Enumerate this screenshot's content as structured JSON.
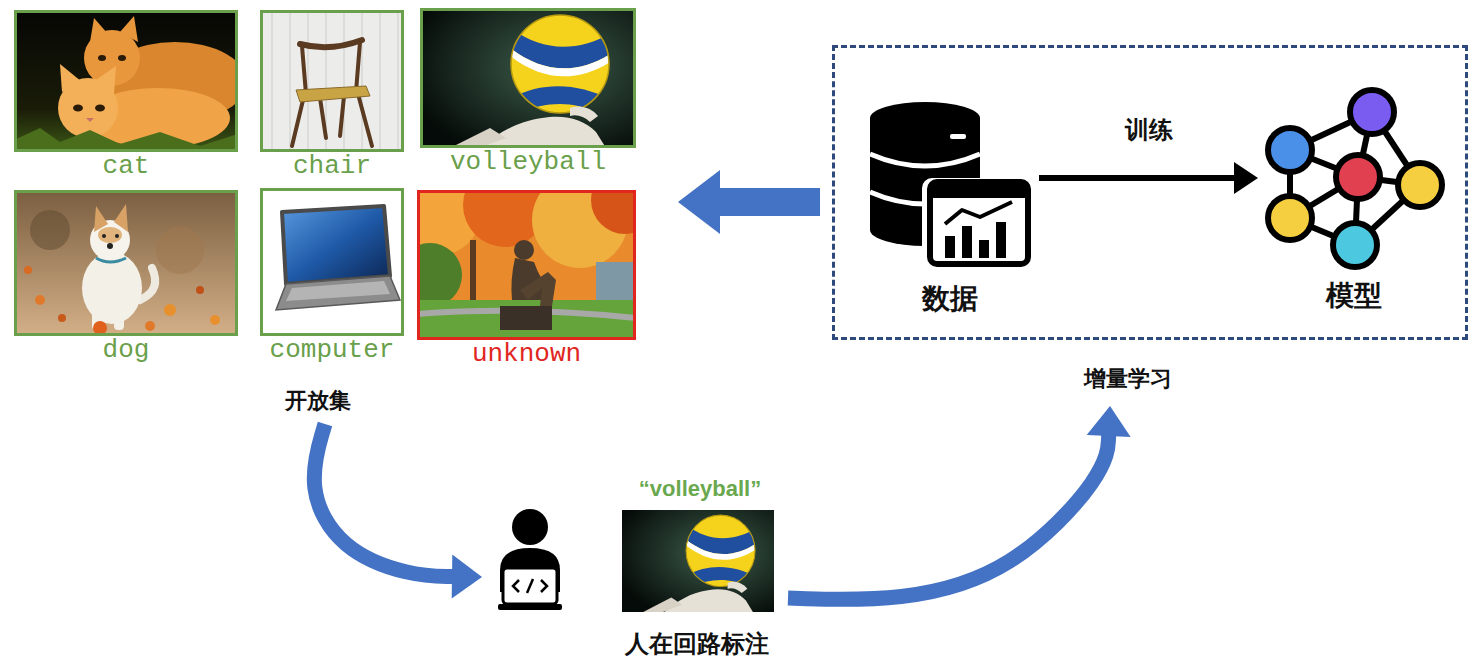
{
  "diagram": {
    "nodes": [
      {
        "text": [
          "开放集"
        ]
      },
      {
        "text": [
          "cat"
        ],
        "in": 0
      },
      {
        "text": [
          "chair"
        ],
        "in": 0
      },
      {
        "text": [
          "volleyball"
        ],
        "in": 0
      },
      {
        "text": [
          "dog"
        ],
        "in": 0
      },
      {
        "text": [
          "computer"
        ],
        "in": 0
      },
      {
        "text": [
          "unknown"
        ],
        "in": 0
      },
      {
        "text": [
          "增量学习"
        ]
      },
      {
        "text": [
          "数据"
        ],
        "in": 7
      },
      {
        "text": [
          "模型"
        ],
        "in": 7
      },
      {
        "text": [
          "“volleyball”",
          "人在回路标注"
        ]
      }
    ],
    "edges": [
      {
        "from": 7,
        "to": 0,
        "arrow": "to"
      },
      {
        "from": 8,
        "to": 9,
        "label": "训练",
        "arrow": "to"
      },
      {
        "from": 0,
        "to": 10,
        "arrow": "to"
      },
      {
        "from": 10,
        "to": 7,
        "arrow": "to"
      }
    ]
  }
}
